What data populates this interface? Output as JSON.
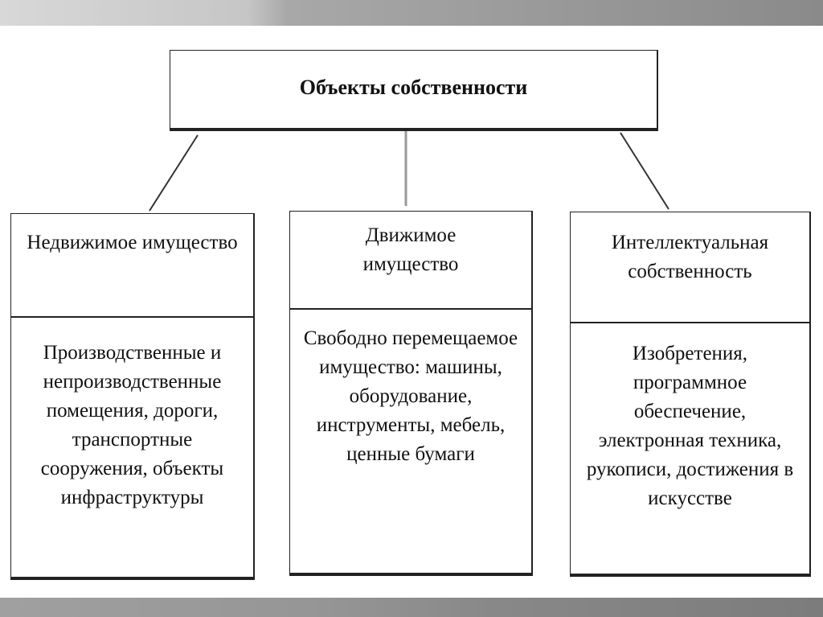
{
  "root": "Объекты собственности",
  "columns": [
    {
      "title": "Недвижимое имущество",
      "body": "Производственные и непроизводственные помещения, дороги, транспортные сооружения, объекты инфраструктуры"
    },
    {
      "title": "Движимое имущество",
      "body": "Свободно перемещаемое имущество: машины, оборудование, инструменты, мебель, ценные бумаги"
    },
    {
      "title": "Интеллектуальная собственность",
      "body": "Изобретения, программное обеспечение, электронная техника, рукописи, достижения в искусстве"
    }
  ]
}
